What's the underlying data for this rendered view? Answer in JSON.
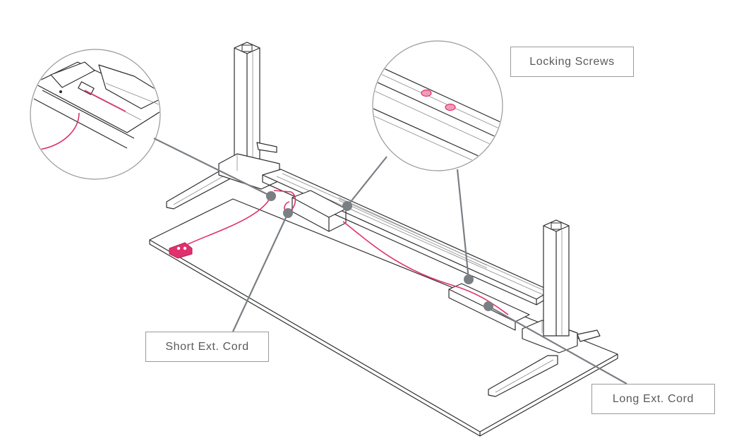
{
  "labels": {
    "locking_screws": "Locking Screws",
    "short_ext_cord": "Short Ext. Cord",
    "long_ext_cord": "Long Ext. Cord"
  },
  "colors": {
    "cord": "#e0306d",
    "pointer": "#7b7f84",
    "outline": "#2e2e2e",
    "label_border": "#9a9a9a",
    "label_text": "#5a5a5a"
  }
}
